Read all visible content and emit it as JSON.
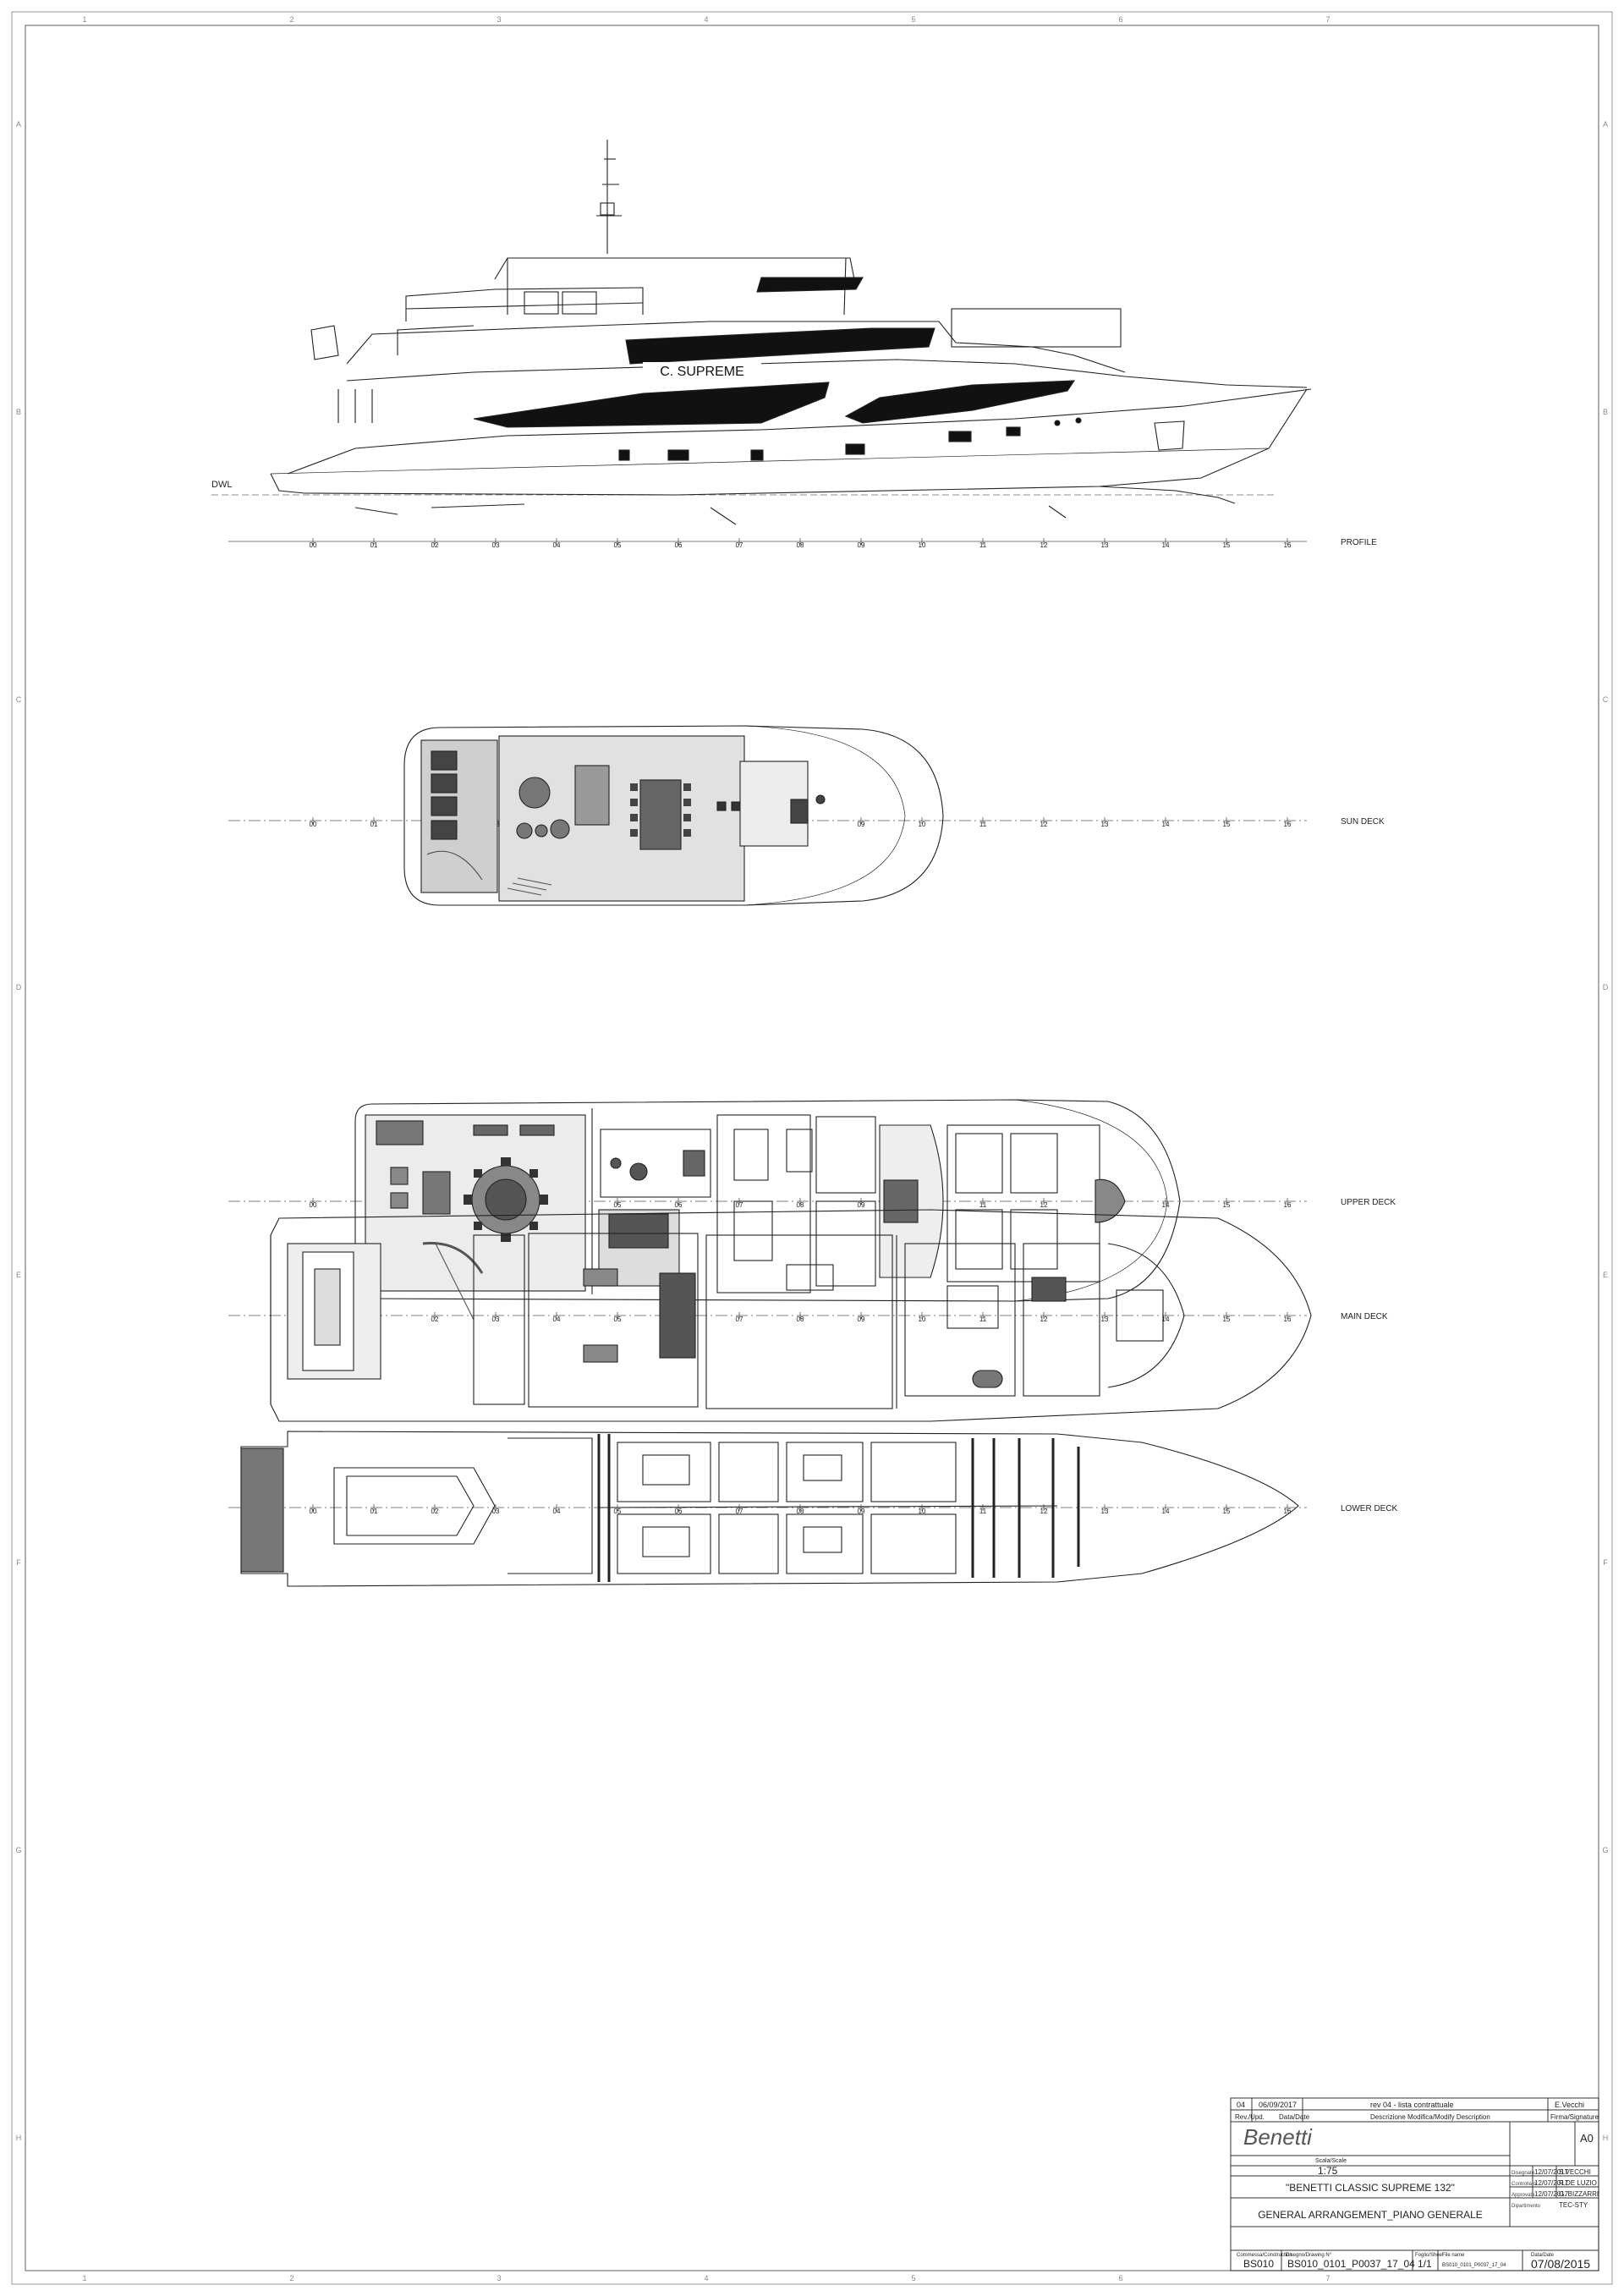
{
  "drawing": {
    "vessel_name": "C. SUPREME",
    "waterline_label": "DWL",
    "frame_numbers": [
      "00",
      "01",
      "02",
      "03",
      "04",
      "05",
      "06",
      "07",
      "08",
      "09",
      "10",
      "11",
      "12",
      "13",
      "14",
      "15",
      "16"
    ],
    "border_columns": [
      "1",
      "2",
      "3",
      "4",
      "5",
      "6",
      "7"
    ],
    "border_rows": [
      "A",
      "B",
      "C",
      "D",
      "E",
      "F",
      "G",
      "H"
    ],
    "views": [
      {
        "id": "profile",
        "label": "PROFILE"
      },
      {
        "id": "sun",
        "label": "SUN DECK"
      },
      {
        "id": "upper",
        "label": "UPPER DECK"
      },
      {
        "id": "main",
        "label": "MAIN DECK"
      },
      {
        "id": "lower",
        "label": "LOWER DECK"
      }
    ]
  },
  "title_block": {
    "revision": {
      "rev": "04",
      "date": "06/09/2017",
      "description": "rev 04 - lista contrattuale",
      "signature": "E.Vecchi"
    },
    "headers": {
      "rev": "Rev./Upd.",
      "date": "Data/Date",
      "description": "Descrizione Modifica/Modify Description",
      "signature": "Firma/Signature"
    },
    "logo": "Benetti",
    "sheet_size": "A0",
    "scale_label": "Scala/Scale",
    "scale": "1:75",
    "appr": [
      {
        "role": "Disegnato",
        "date": "12/07/2017",
        "name": "S.VECCHI"
      },
      {
        "role": "Controllato",
        "date": "12/07/2017",
        "name": "R.DE LUZIO"
      },
      {
        "role": "Approvato",
        "date": "12/07/2017",
        "name": "G. BIZZARRI"
      },
      {
        "role": "Dipartimento",
        "date": "",
        "name": "TEC-STY"
      }
    ],
    "project": "\"BENETTI CLASSIC SUPREME 132\"",
    "title": "GENERAL ARRANGEMENT_PIANO GENERALE",
    "commessa_label": "Commessa/Construction",
    "commessa": "BS010",
    "drawing_no_label": "Disegno/Drawing N°",
    "drawing_no": "BS010_0101_P0037_17_04",
    "sheet_label": "Foglio/Sheet",
    "sheet": "1/1",
    "file_label": "File name",
    "file": "BS010_0101_P0037_17_04",
    "date_label": "Data/Date",
    "date": "07/08/2015"
  }
}
